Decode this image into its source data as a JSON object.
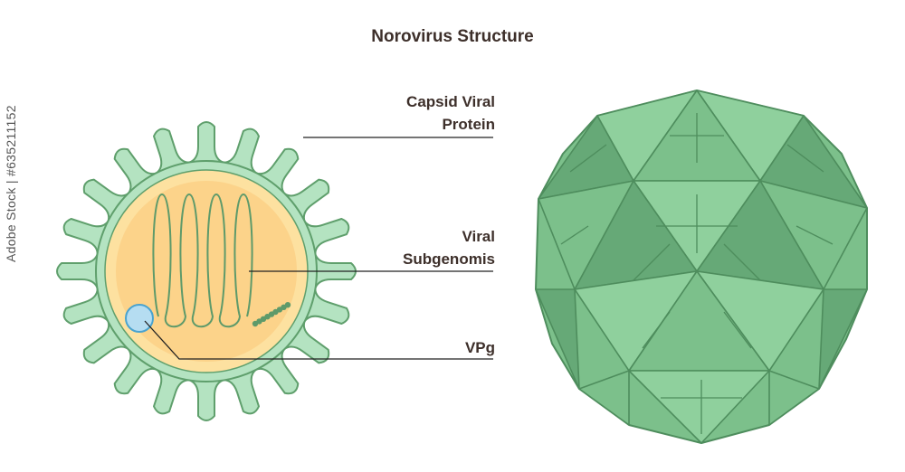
{
  "title": "Norovirus Structure",
  "labels": {
    "capsid_line1": "Capsid Viral",
    "capsid_line2": "Protein",
    "subgenome_line1": "Viral",
    "subgenome_line2": "Subgenomis",
    "vpg": "VPg"
  },
  "watermark": "Adobe Stock | #635211152",
  "colors": {
    "spike_fill": "#b4e3c1",
    "spike_stroke": "#5f9f6c",
    "core_outer": "#fde1a0",
    "core_inner": "#fcd38a",
    "rna": "#5e9a6a",
    "vpg_fill": "#b5ddf1",
    "vpg_stroke": "#4aa3cf",
    "capsid_fill": "#7cc08b",
    "capsid_light": "#8fd09d",
    "capsid_dark": "#66a977",
    "capsid_line": "#4e8d5d",
    "text": "#3d2f2a"
  }
}
